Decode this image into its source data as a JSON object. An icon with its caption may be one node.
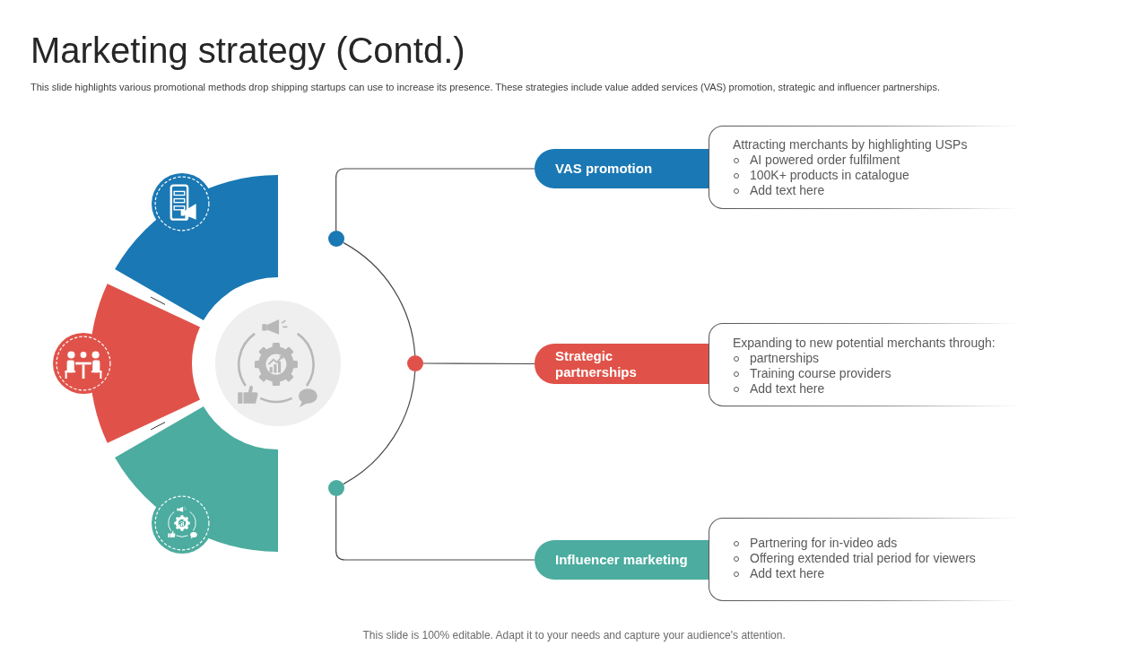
{
  "diagram": {
    "title": "Marketing strategy (Contd.)",
    "nodes": [
      {
        "text": [],
        "shape": "circle"
      },
      {
        "text": [],
        "shape": "circle"
      },
      {
        "text": [],
        "shape": "circle"
      },
      {
        "text": [
          "VAS promotion"
        ]
      },
      {
        "text": [
          "Attracting merchants by highlighting USPs",
          "AI powered order fulfilment",
          "100K+ products in catalogue",
          "Add text here"
        ]
      },
      {
        "text": [
          "Strategic partnerships"
        ]
      },
      {
        "text": [
          "Expanding to new potential merchants through:",
          "partnerships",
          "Training course providers",
          "Add text here"
        ]
      },
      {
        "text": [
          "Influencer marketing"
        ]
      },
      {
        "text": [
          "Partnering for in-video ads",
          "Offering extended trial period for viewers",
          "Add text here"
        ]
      }
    ],
    "edges": [
      {
        "from": 0,
        "to": 3,
        "arrow": "none"
      },
      {
        "from": 1,
        "to": 5,
        "arrow": "none"
      },
      {
        "from": 2,
        "to": 7,
        "arrow": "none"
      },
      {
        "from": 0,
        "to": 1,
        "arrow": "none"
      },
      {
        "from": 1,
        "to": 2,
        "arrow": "none"
      }
    ],
    "labels": [
      "This slide highlights various promotional methods drop shipping startups can use to increase its presence. These strategies include value added services (VAS) promotion, strategic and influencer partnerships.",
      "This slide is 100% editable. Adapt it to your needs and capture your audience's attention."
    ]
  }
}
